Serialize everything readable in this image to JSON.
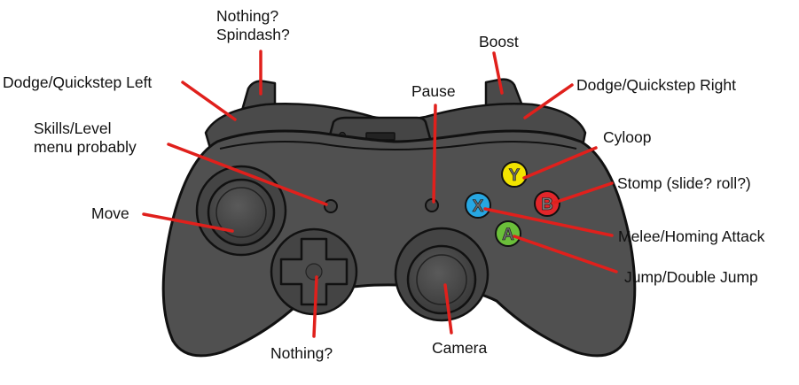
{
  "colors": {
    "body": "#505050",
    "body_dark": "#3e3e3e",
    "outline": "#111111",
    "leader_line": "#e0201c",
    "button_y": "#f2e400",
    "button_b": "#e3262a",
    "button_x": "#27a7e2",
    "button_a": "#6bbf3a"
  },
  "buttons": {
    "y": {
      "letter": "Y",
      "color": "#f2e400"
    },
    "b": {
      "letter": "B",
      "color": "#e3262a"
    },
    "x": {
      "letter": "X",
      "color": "#27a7e2"
    },
    "a": {
      "letter": "A",
      "color": "#6bbf3a"
    }
  },
  "labels": {
    "left_bumper_line1": "Nothing?",
    "left_bumper_line2": "Spindash?",
    "right_bumper": "Boost",
    "left_trigger": "Dodge/Quickstep Left",
    "right_trigger": "Dodge/Quickstep Right",
    "pause": "Pause",
    "back_line1": "Skills/Level",
    "back_line2": "menu probably",
    "y": "Cyloop",
    "b": "Stomp (slide? roll?)",
    "x": "Melee/Homing Attack",
    "a": "Jump/Double Jump",
    "left_stick": "Move",
    "dpad": "Nothing?",
    "right_stick": "Camera"
  }
}
